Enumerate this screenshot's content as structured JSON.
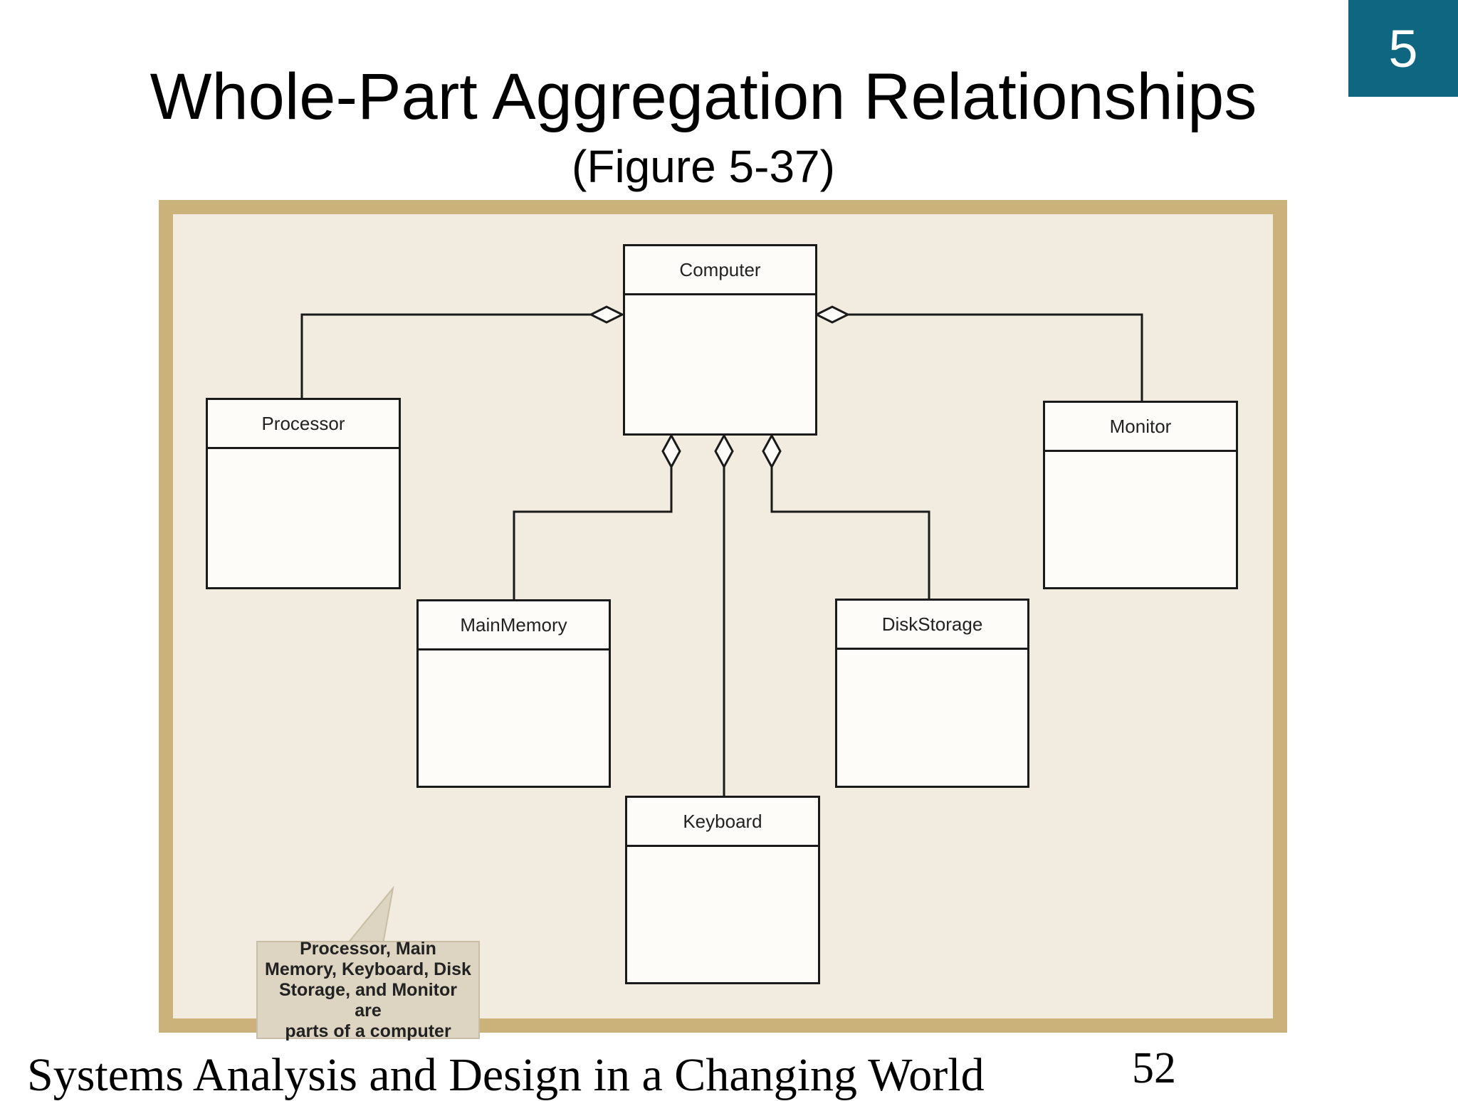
{
  "slide": {
    "chapter_number": "5",
    "title": "Whole-Part Aggregation Relationships",
    "subtitle": "(Figure 5-37)",
    "footer": "Systems Analysis and Design in a Changing World",
    "page_number": "52"
  },
  "diagram": {
    "classes": {
      "computer": "Computer",
      "processor": "Processor",
      "main_memory": "MainMemory",
      "keyboard": "Keyboard",
      "disk_storage": "DiskStorage",
      "monitor": "Monitor"
    },
    "callout": "Processor, Main\nMemory, Keyboard, Disk\nStorage, and Monitor are\nparts of a computer",
    "relationships": [
      {
        "whole": "Computer",
        "part": "Processor",
        "type": "aggregation"
      },
      {
        "whole": "Computer",
        "part": "Monitor",
        "type": "aggregation"
      },
      {
        "whole": "Computer",
        "part": "MainMemory",
        "type": "aggregation"
      },
      {
        "whole": "Computer",
        "part": "Keyboard",
        "type": "aggregation"
      },
      {
        "whole": "Computer",
        "part": "DiskStorage",
        "type": "aggregation"
      }
    ]
  },
  "colors": {
    "chapter_badge": "#0f6680",
    "frame_border": "#cbb27a",
    "frame_fill": "#f1ecdf",
    "callout_fill": "#ddd5c1"
  }
}
